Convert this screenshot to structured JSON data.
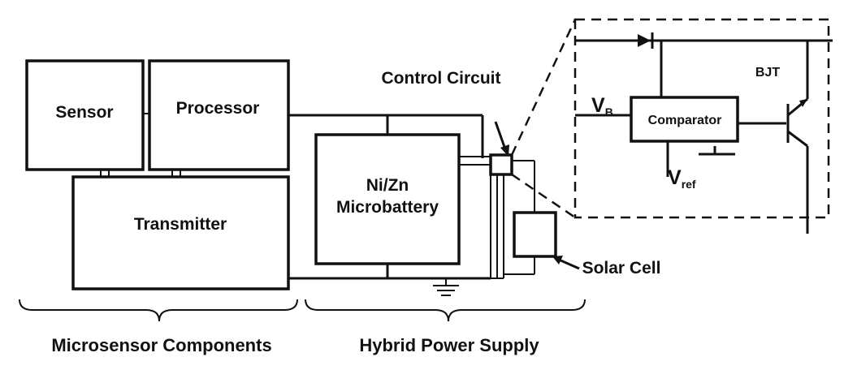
{
  "diagram": {
    "blocks": {
      "sensor": "Sensor",
      "processor": "Processor",
      "transmitter": "Transmitter",
      "battery_line1": "Ni/Zn",
      "battery_line2": "Microbattery",
      "comparator": "Comparator"
    },
    "labels": {
      "control_circuit": "Control Circuit",
      "solar_cell": "Solar Cell",
      "bjt": "BJT",
      "vb_main": "V",
      "vb_sub": "B",
      "vref_main": "V",
      "vref_sub": "ref"
    },
    "groups": {
      "microsensor_components": "Microsensor Components",
      "hybrid_power_supply": "Hybrid Power Supply"
    }
  }
}
